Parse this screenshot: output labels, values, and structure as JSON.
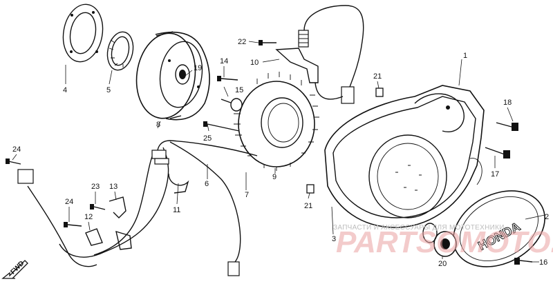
{
  "callouts": [
    {
      "id": "1",
      "text": "1"
    },
    {
      "id": "2",
      "text": "2"
    },
    {
      "id": "3",
      "text": "3"
    },
    {
      "id": "4",
      "text": "4"
    },
    {
      "id": "5",
      "text": "5"
    },
    {
      "id": "6",
      "text": "6"
    },
    {
      "id": "7",
      "text": "7"
    },
    {
      "id": "8",
      "text": "8"
    },
    {
      "id": "9",
      "text": "9"
    },
    {
      "id": "10",
      "text": "10"
    },
    {
      "id": "11",
      "text": "11"
    },
    {
      "id": "12",
      "text": "12"
    },
    {
      "id": "13",
      "text": "13"
    },
    {
      "id": "14",
      "text": "14"
    },
    {
      "id": "15",
      "text": "15"
    },
    {
      "id": "16",
      "text": "16"
    },
    {
      "id": "17",
      "text": "17"
    },
    {
      "id": "18",
      "text": "18"
    },
    {
      "id": "19",
      "text": "19"
    },
    {
      "id": "20",
      "text": "20"
    },
    {
      "id": "21a",
      "text": "21"
    },
    {
      "id": "21b",
      "text": "21"
    },
    {
      "id": "22",
      "text": "22"
    },
    {
      "id": "23",
      "text": "23"
    },
    {
      "id": "24a",
      "text": "24"
    },
    {
      "id": "24b",
      "text": "24"
    },
    {
      "id": "25",
      "text": "25"
    }
  ],
  "fwd_label": "FWD",
  "cover_logo": "HONDA",
  "watermark": {
    "line1": "ЗАПЧАСТИ И АКСЕССУАРЫ ДЛЯ МОТОТЕХНИКИ",
    "line2": "PARTSOMOTO.RU"
  }
}
